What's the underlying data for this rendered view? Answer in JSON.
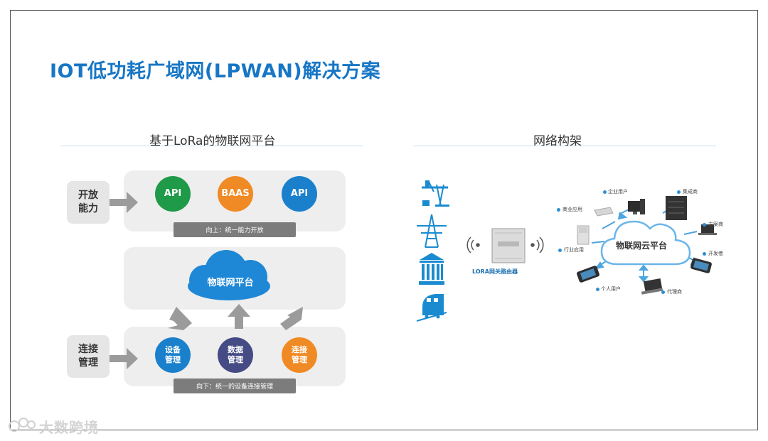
{
  "slide": {
    "title": "IOT低功耗广域网(LPWAN)解决方案",
    "left_section_title": "基于LoRa的物联网平台",
    "right_section_title": "网络构架"
  },
  "left_diagram": {
    "top_row": {
      "label": "开放\n能力",
      "circles": [
        {
          "text": "API",
          "color": "#1f9a48"
        },
        {
          "text": "BAAS",
          "color": "#f08a24"
        },
        {
          "text": "API",
          "color": "#1a80cc"
        }
      ],
      "tag": "向上：统一能力开放"
    },
    "cloud": {
      "text": "物联网平台",
      "color": "#1f88d6"
    },
    "bottom_row": {
      "label": "连接\n管理",
      "circles": [
        {
          "text": "设备\n管理",
          "color": "#1a80cc"
        },
        {
          "text": "数据\n管理",
          "color": "#454b84"
        },
        {
          "text": "连接\n管理",
          "color": "#f08a24"
        }
      ],
      "tag": "向下：统一的设备连接管理"
    }
  },
  "right_diagram": {
    "icons": [
      "oil-pump-icon",
      "power-tower-icon",
      "bank-icon",
      "train-icon"
    ],
    "gateway_label": "LORA网关路由器",
    "cloud_label": "物联网云平台",
    "nodes": {
      "enterprise": "企业用户",
      "commercial": "商业应用",
      "industry": "行业应用",
      "personal": "个人用户",
      "integrator": "集成商",
      "solution": "方案商",
      "developer": "开发者",
      "agent": "代理商"
    },
    "accent": "#2c8fd4"
  },
  "watermark": "大数跨境"
}
